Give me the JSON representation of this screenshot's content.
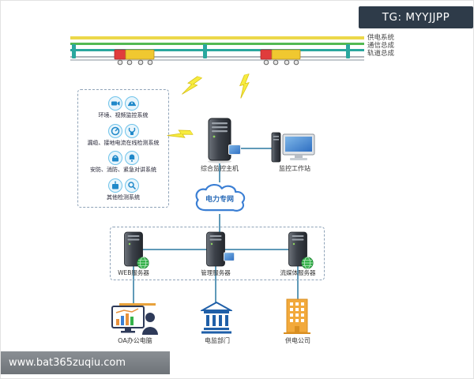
{
  "watermarks": {
    "top": "TG: MYYJJPP",
    "bottom": "www.bat365zuqiu.com"
  },
  "bus": {
    "lines": [
      {
        "label": "供电系统",
        "color": "#ecd84a"
      },
      {
        "label": "通信总成",
        "color": "#53b953"
      },
      {
        "label": "轨道总成",
        "color": "#2aa79e"
      }
    ]
  },
  "subsystems": {
    "items": [
      {
        "label": "环境、视频监控系统"
      },
      {
        "label": "漏缆、接地电流在线检测系统"
      },
      {
        "label": "安防、消防、紧急对讲系统"
      },
      {
        "label": "其他检测系统"
      }
    ]
  },
  "core": {
    "host_label": "综合监控主机",
    "workstation_label": "监控工作站",
    "network_label": "电力专网"
  },
  "servers": [
    {
      "label": "WEB服务器"
    },
    {
      "label": "管理服务器"
    },
    {
      "label": "流媒体服务器"
    }
  ],
  "endpoints": [
    {
      "label": "OA办公电脑"
    },
    {
      "label": "电监部门"
    },
    {
      "label": "供电公司"
    }
  ],
  "icons": {
    "server-tower-icon": "dark server tower case",
    "globe-icon": "green network globe",
    "screen-icon": "small blue display",
    "monitor-icon": "desktop monitor with blue screen",
    "cloud-icon": "blue outlined network cloud",
    "lightning-icon": "yellow wireless lightning bolt",
    "train-icon": "red and yellow rail vehicle",
    "camera-icon": "video surveillance camera",
    "dome-camera-icon": "dome camera",
    "meter-icon": "current gauge meter",
    "clamp-sensor-icon": "clamp current sensor",
    "intercom-icon": "emergency intercom phone",
    "alarm-icon": "alarm bell",
    "detector-icon": "detection device",
    "magnifier-icon": "inspection magnifier",
    "office-pc-icon": "monitor with chart and operator",
    "bank-icon": "blue government building with columns",
    "building-icon": "orange office building"
  },
  "colors": {
    "line_power": "#ecd84a",
    "line_comm": "#53b953",
    "line_track": "#2aa79e",
    "rail_gray": "#aeb4ba",
    "connector": "#5f9ab8",
    "cloud_stroke": "#3b7fd4",
    "bank_blue": "#1f5fa8",
    "building_orange": "#f2a93b",
    "watermark_dark": "#2e3b49"
  }
}
